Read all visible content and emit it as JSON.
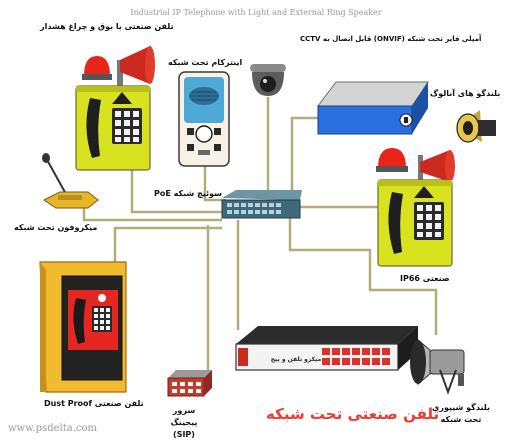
{
  "header": "Industrial IP Telephone with Light and External Ring Speaker",
  "labels": {
    "phone_bell": "تلفن صنعتی با بوق و چراغ هشدار",
    "intercom": "اینترکام تحت شبکه",
    "camera": "آمپلی فایر تحت شبکه (ONVIF) قابل اتصال به CCTV",
    "analog_speaker": "بلندگو های آنالوگ",
    "poe_switch": "سوئیچ شبکه PoE",
    "microphone": "میکروفون تحت شبکه",
    "ip66_phone": "صنعتی IP66",
    "dustproof": "تلفن صنعتی Dust Proof",
    "sip_server": "سرور پیجینگ (SIP)",
    "horn_speaker": "بلندگو شیپوری تحت شبکه"
  },
  "devices": {
    "server_brand": "میکرو تلفن و پیج"
  },
  "title": "تلفن صنعتی تحت شبکه",
  "website": "www.psdelta.com",
  "colors": {
    "cable": "#b3ad7c",
    "phone_yellow": "#d9e21f",
    "alarm_red": "#e8241b",
    "title_red": "#ee3b2e",
    "switch_dark": "#3c6a7a"
  }
}
